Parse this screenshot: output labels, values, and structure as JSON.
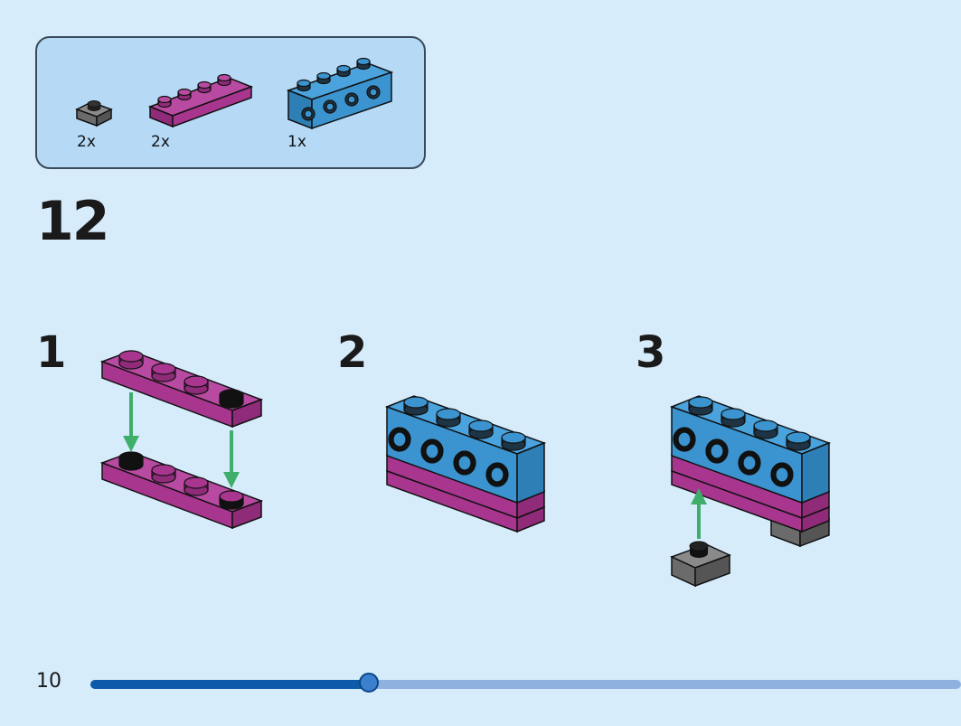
{
  "parts_list": {
    "items": [
      {
        "icon": "gray-plate-1x1-icon",
        "count": "2x",
        "color": "#6b6b6b"
      },
      {
        "icon": "magenta-plate-1x4-icon",
        "count": "2x",
        "color": "#a8368f"
      },
      {
        "icon": "blue-brick-1x4-studs-side-icon",
        "count": "1x",
        "color": "#3b94cf"
      }
    ]
  },
  "step": {
    "number": "12"
  },
  "sub_steps": [
    {
      "label": "1"
    },
    {
      "label": "2"
    },
    {
      "label": "3"
    }
  ],
  "footer": {
    "page_number": "10",
    "progress": 0.32
  },
  "colors": {
    "background": "#d6ecfb",
    "parts_box": "#b6d9f6",
    "magenta": "#a8368f",
    "blue": "#3b94cf",
    "gray": "#6b6b6b",
    "arrow": "#3fae6a",
    "progress_fill": "#0d5ba8",
    "progress_track": "#8fb1e0"
  }
}
